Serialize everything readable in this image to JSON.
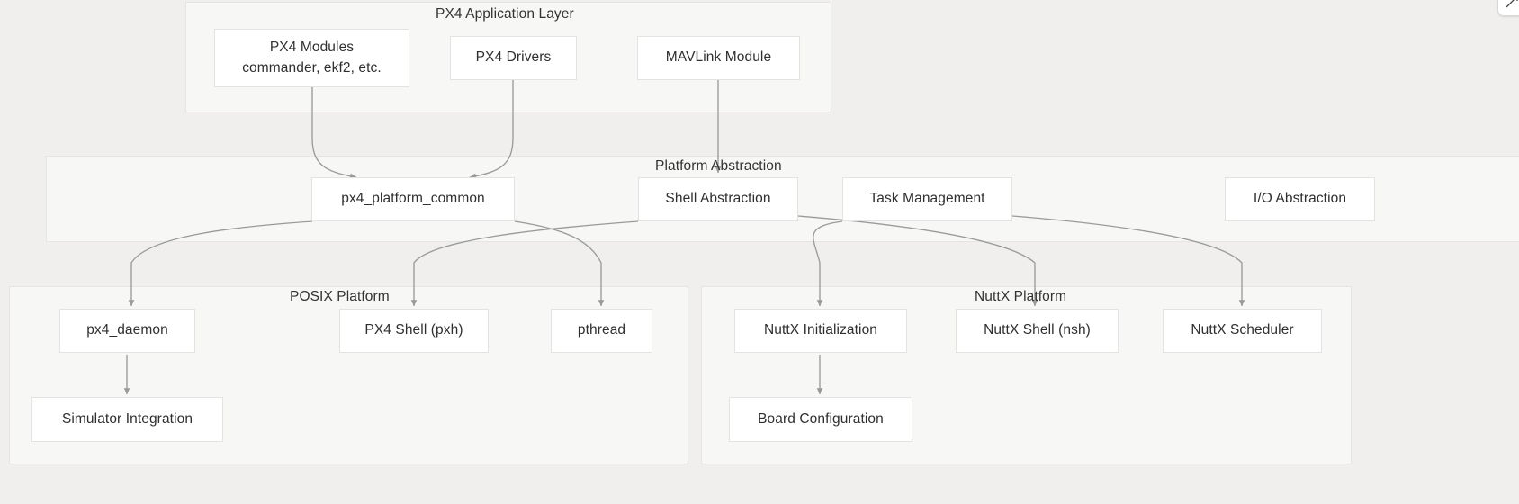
{
  "diagram": {
    "type": "layered-architecture-flowchart",
    "background_color": "#f0efee",
    "node_fill": "#ffffff",
    "node_border": "#e4e3e2",
    "cluster_fill": "#f7f7f6",
    "cluster_border": "#e6e5e4",
    "edge_color": "#9a9a9a",
    "text_color": "#2f2f2f"
  },
  "clusters": [
    {
      "id": "app",
      "label": "PX4 Application Layer"
    },
    {
      "id": "platform",
      "label": "Platform Abstraction"
    },
    {
      "id": "posix",
      "label": "POSIX Platform"
    },
    {
      "id": "nuttx",
      "label": "NuttX Platform"
    }
  ],
  "nodes": {
    "px4_modules": {
      "title": "PX4 Modules",
      "subtitle": "commander, ekf2, etc."
    },
    "px4_drivers": {
      "title": "PX4 Drivers"
    },
    "mavlink": {
      "title": "MAVLink Module"
    },
    "platform_common": {
      "title": "px4_platform_common"
    },
    "shell_abs": {
      "title": "Shell Abstraction"
    },
    "task_mgmt": {
      "title": "Task Management"
    },
    "io_abs": {
      "title": "I/O Abstraction"
    },
    "px4_daemon": {
      "title": "px4_daemon"
    },
    "px4_shell": {
      "title": "PX4 Shell (pxh)"
    },
    "pthread": {
      "title": "pthread"
    },
    "simulator": {
      "title": "Simulator Integration"
    },
    "nuttx_init": {
      "title": "NuttX Initialization"
    },
    "nuttx_shell": {
      "title": "NuttX Shell (nsh)"
    },
    "nuttx_sched": {
      "title": "NuttX Scheduler"
    },
    "board_config": {
      "title": "Board Configuration"
    }
  },
  "edges": [
    {
      "from": "px4_modules",
      "to": "platform_common"
    },
    {
      "from": "px4_drivers",
      "to": "platform_common"
    },
    {
      "from": "mavlink",
      "to": "shell_abs"
    },
    {
      "from": "platform_common",
      "to": "px4_daemon"
    },
    {
      "from": "platform_common",
      "to": "pthread"
    },
    {
      "from": "shell_abs",
      "to": "px4_shell"
    },
    {
      "from": "shell_abs",
      "to": "nuttx_shell"
    },
    {
      "from": "task_mgmt",
      "to": "nuttx_init"
    },
    {
      "from": "task_mgmt",
      "to": "nuttx_sched"
    },
    {
      "from": "px4_daemon",
      "to": "simulator"
    },
    {
      "from": "nuttx_init",
      "to": "board_config"
    }
  ],
  "corner_control": {
    "icon": "expand-icon"
  }
}
